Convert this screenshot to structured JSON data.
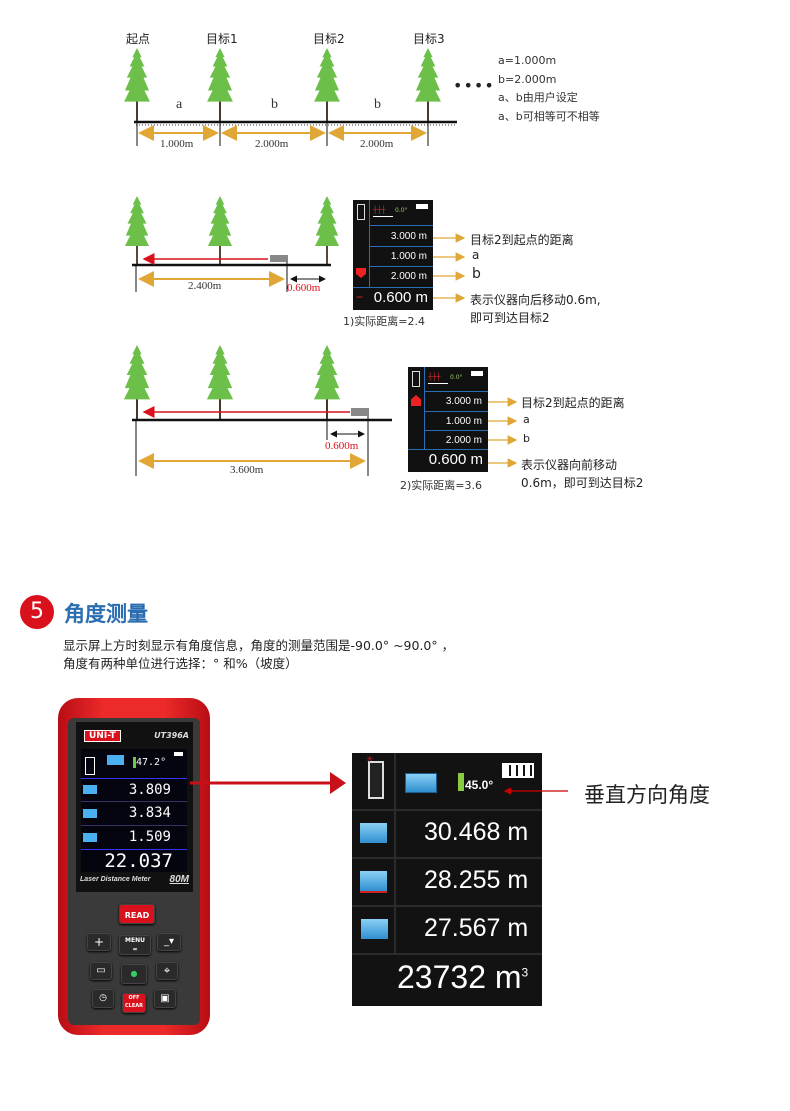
{
  "diagram1": {
    "labels": [
      "起点",
      "目标1",
      "目标2",
      "目标3"
    ],
    "segments": [
      "a",
      "b",
      "b"
    ],
    "dims": [
      "1.000m",
      "2.000m",
      "2.000m"
    ],
    "ellipsis": "••••",
    "notes": [
      "a=1.000m",
      "b=2.000m",
      "a、b由用户设定",
      "a、b可相等可不相等"
    ]
  },
  "diagram2": {
    "total_dim": "2.400m",
    "offset_dim": "0.600m",
    "screen": {
      "angle": "0.0°",
      "rows": [
        "3.000 m",
        "1.000 m",
        "2.000 m"
      ],
      "sign": "−",
      "big": "0.600 m"
    },
    "caption": "1)实际距离=2.4",
    "annotations": [
      "目标2到起点的距离",
      "a",
      "b",
      "表示仪器向后移动0.6m,",
      "即可到达目标2"
    ]
  },
  "diagram3": {
    "total_dim": "3.600m",
    "offset_dim": "0.600m",
    "screen": {
      "angle": "0.0°",
      "rows": [
        "3.000 m",
        "1.000 m",
        "2.000 m"
      ],
      "big": "0.600 m"
    },
    "caption": "2)实际距离=3.6",
    "annotations": [
      "目标2到起点的距离",
      "a",
      "b",
      "表示仪器向前移动",
      "0.6m，即可到达目标2"
    ]
  },
  "section": {
    "number": "5",
    "title": "角度测量",
    "desc": [
      "显示屏上方时刻显示有角度信息，角度的测量范围是-90.0° ~90.0° ，",
      "角度有两种单位进行选择：° 和%（坡度）"
    ]
  },
  "device": {
    "brand": "UNI-T",
    "model": "UT396A",
    "angle": "47.2°",
    "rows": [
      "3.809",
      "3.834",
      "1.509"
    ],
    "result": "22.037",
    "tagline": "Laser Distance Meter",
    "range": "80M",
    "buttons": {
      "read": "READ",
      "menu": "MENU",
      "off": "OFF",
      "clear": "CLEAR"
    }
  },
  "zoom_screen": {
    "angle": "45.0°",
    "rows": [
      "30.468 m",
      "28.255 m",
      "27.567 m"
    ],
    "result": "23732 m",
    "result_sup": "3",
    "label": "垂直方向角度"
  },
  "colors": {
    "accent_red": "#d9111c",
    "title_blue": "#2a6db0",
    "tree_green": "#6cc04a",
    "dim_gold": "#e0a636",
    "screen_line": "#2a6fb3"
  }
}
